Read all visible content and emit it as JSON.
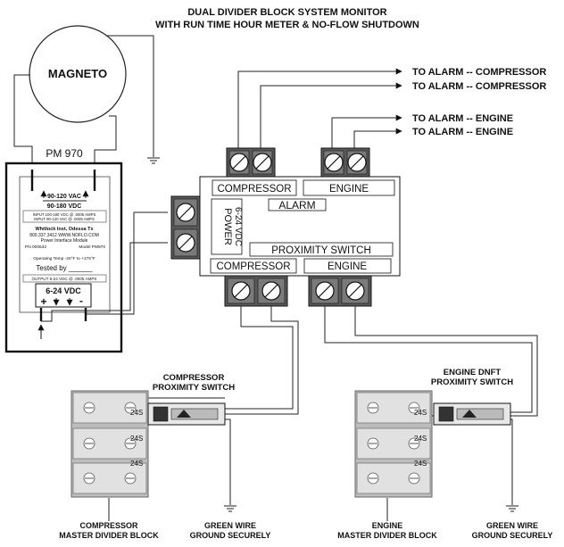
{
  "title": {
    "line1": "DUAL DIVIDER BLOCK SYSTEM MONITOR",
    "line2": "WITH RUN TIME HOUR METER & NO-FLOW SHUTDOWN"
  },
  "magneto": {
    "label": "MAGNETO"
  },
  "pm970": {
    "label": "PM 970",
    "vac": "90-120 VAC",
    "vdc": "90-180 VDC",
    "input1": "INPUT 100-180 VDC @ .0005 AMPS",
    "input2": "INPUT 90-120 VAC @ .0005 AMPS",
    "company": "Whitlock Inst, Odessa Tx",
    "phone": "800.337.3412  WWW.NOFLO.COM",
    "module": "Power Interface Module",
    "pn": "PN 000632",
    "model": "Model PM970",
    "temp": "Operating Temp -20°F to +175°F",
    "tested": "Tested by ______",
    "output": "OUTPUT 6-24 VDC @ .0005 AMPS",
    "out_voltage": "6-24 VDC",
    "plus": "+",
    "minus": "-"
  },
  "monitor": {
    "compressor_top": "COMPRESSOR",
    "engine_top": "ENGINE",
    "alarm": "ALARM",
    "power": "POWER",
    "power_v": "6-24 VDC",
    "proximity": "PROXIMITY SWITCH",
    "compressor_bottom": "COMPRESSOR",
    "engine_bottom": "ENGINE"
  },
  "alarms": {
    "a1": "TO ALARM  -- COMPRESSOR",
    "a2": "TO ALARM  -- COMPRESSOR",
    "a3": "TO ALARM  -- ENGINE",
    "a4": "TO ALARM  -- ENGINE"
  },
  "left_block": {
    "switch1": "COMPRESSOR",
    "switch2": "PROXIMITY SWITCH",
    "mark": "24S",
    "caption1": "COMPRESSOR",
    "caption2": "MASTER DIVIDER BLOCK",
    "ground1": "GREEN WIRE",
    "ground2": "GROUND SECURELY"
  },
  "right_block": {
    "switch1": "ENGINE DNFT",
    "switch2": "PROXIMITY SWITCH",
    "mark": "24S",
    "caption1": "ENGINE",
    "caption2": "MASTER DIVIDER BLOCK",
    "ground1": "GREEN WIRE",
    "ground2": "GROUND SECURELY"
  }
}
